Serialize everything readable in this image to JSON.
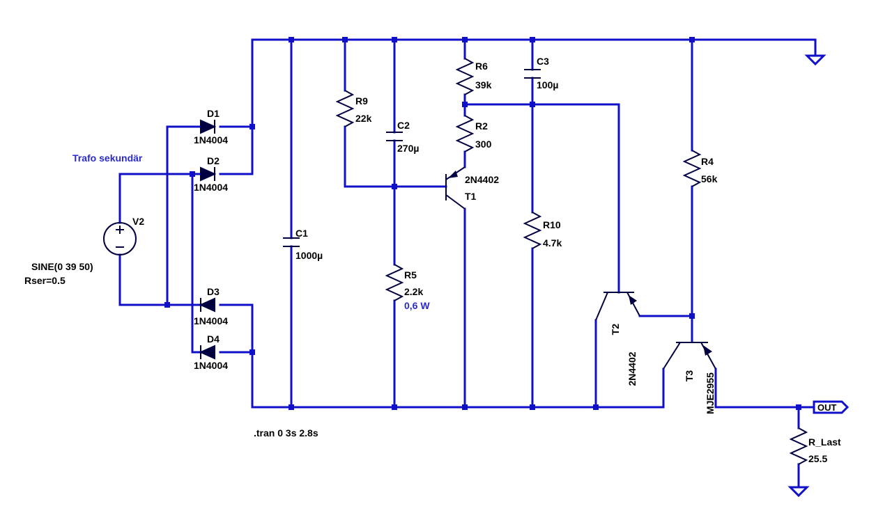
{
  "colors": {
    "wire": "#1010c8",
    "component": "#000040",
    "annotation": "#2a2acc"
  },
  "annotation": {
    "transformer": "Trafo sekundär",
    "power": "0,6 W"
  },
  "source": {
    "name": "V2",
    "spec": "SINE(0 39 50)",
    "rser": "Rser=0.5"
  },
  "diodes": [
    {
      "name": "D1",
      "value": "1N4004"
    },
    {
      "name": "D2",
      "value": "1N4004"
    },
    {
      "name": "D3",
      "value": "1N4004"
    },
    {
      "name": "D4",
      "value": "1N4004"
    }
  ],
  "capacitors": {
    "c1": {
      "name": "C1",
      "value": "1000µ"
    },
    "c2": {
      "name": "C2",
      "value": "270µ"
    },
    "c3": {
      "name": "C3",
      "value": "100µ"
    }
  },
  "resistors": {
    "r9": {
      "name": "R9",
      "value": "22k"
    },
    "r5": {
      "name": "R5",
      "value": "2.2k"
    },
    "r6": {
      "name": "R6",
      "value": "39k"
    },
    "r2": {
      "name": "R2",
      "value": "300"
    },
    "r10": {
      "name": "R10",
      "value": "4.7k"
    },
    "r4": {
      "name": "R4",
      "value": "56k"
    },
    "rlast": {
      "name": "R_Last",
      "value": "25.5"
    }
  },
  "transistors": {
    "t1": {
      "name": "T1",
      "model": "2N4402"
    },
    "t2": {
      "name": "T2",
      "model": "2N4402"
    },
    "t3": {
      "name": "T3",
      "model": "MJE2955"
    }
  },
  "output": {
    "label": "OUT"
  },
  "directive": ".tran 0 3s 2.8s"
}
